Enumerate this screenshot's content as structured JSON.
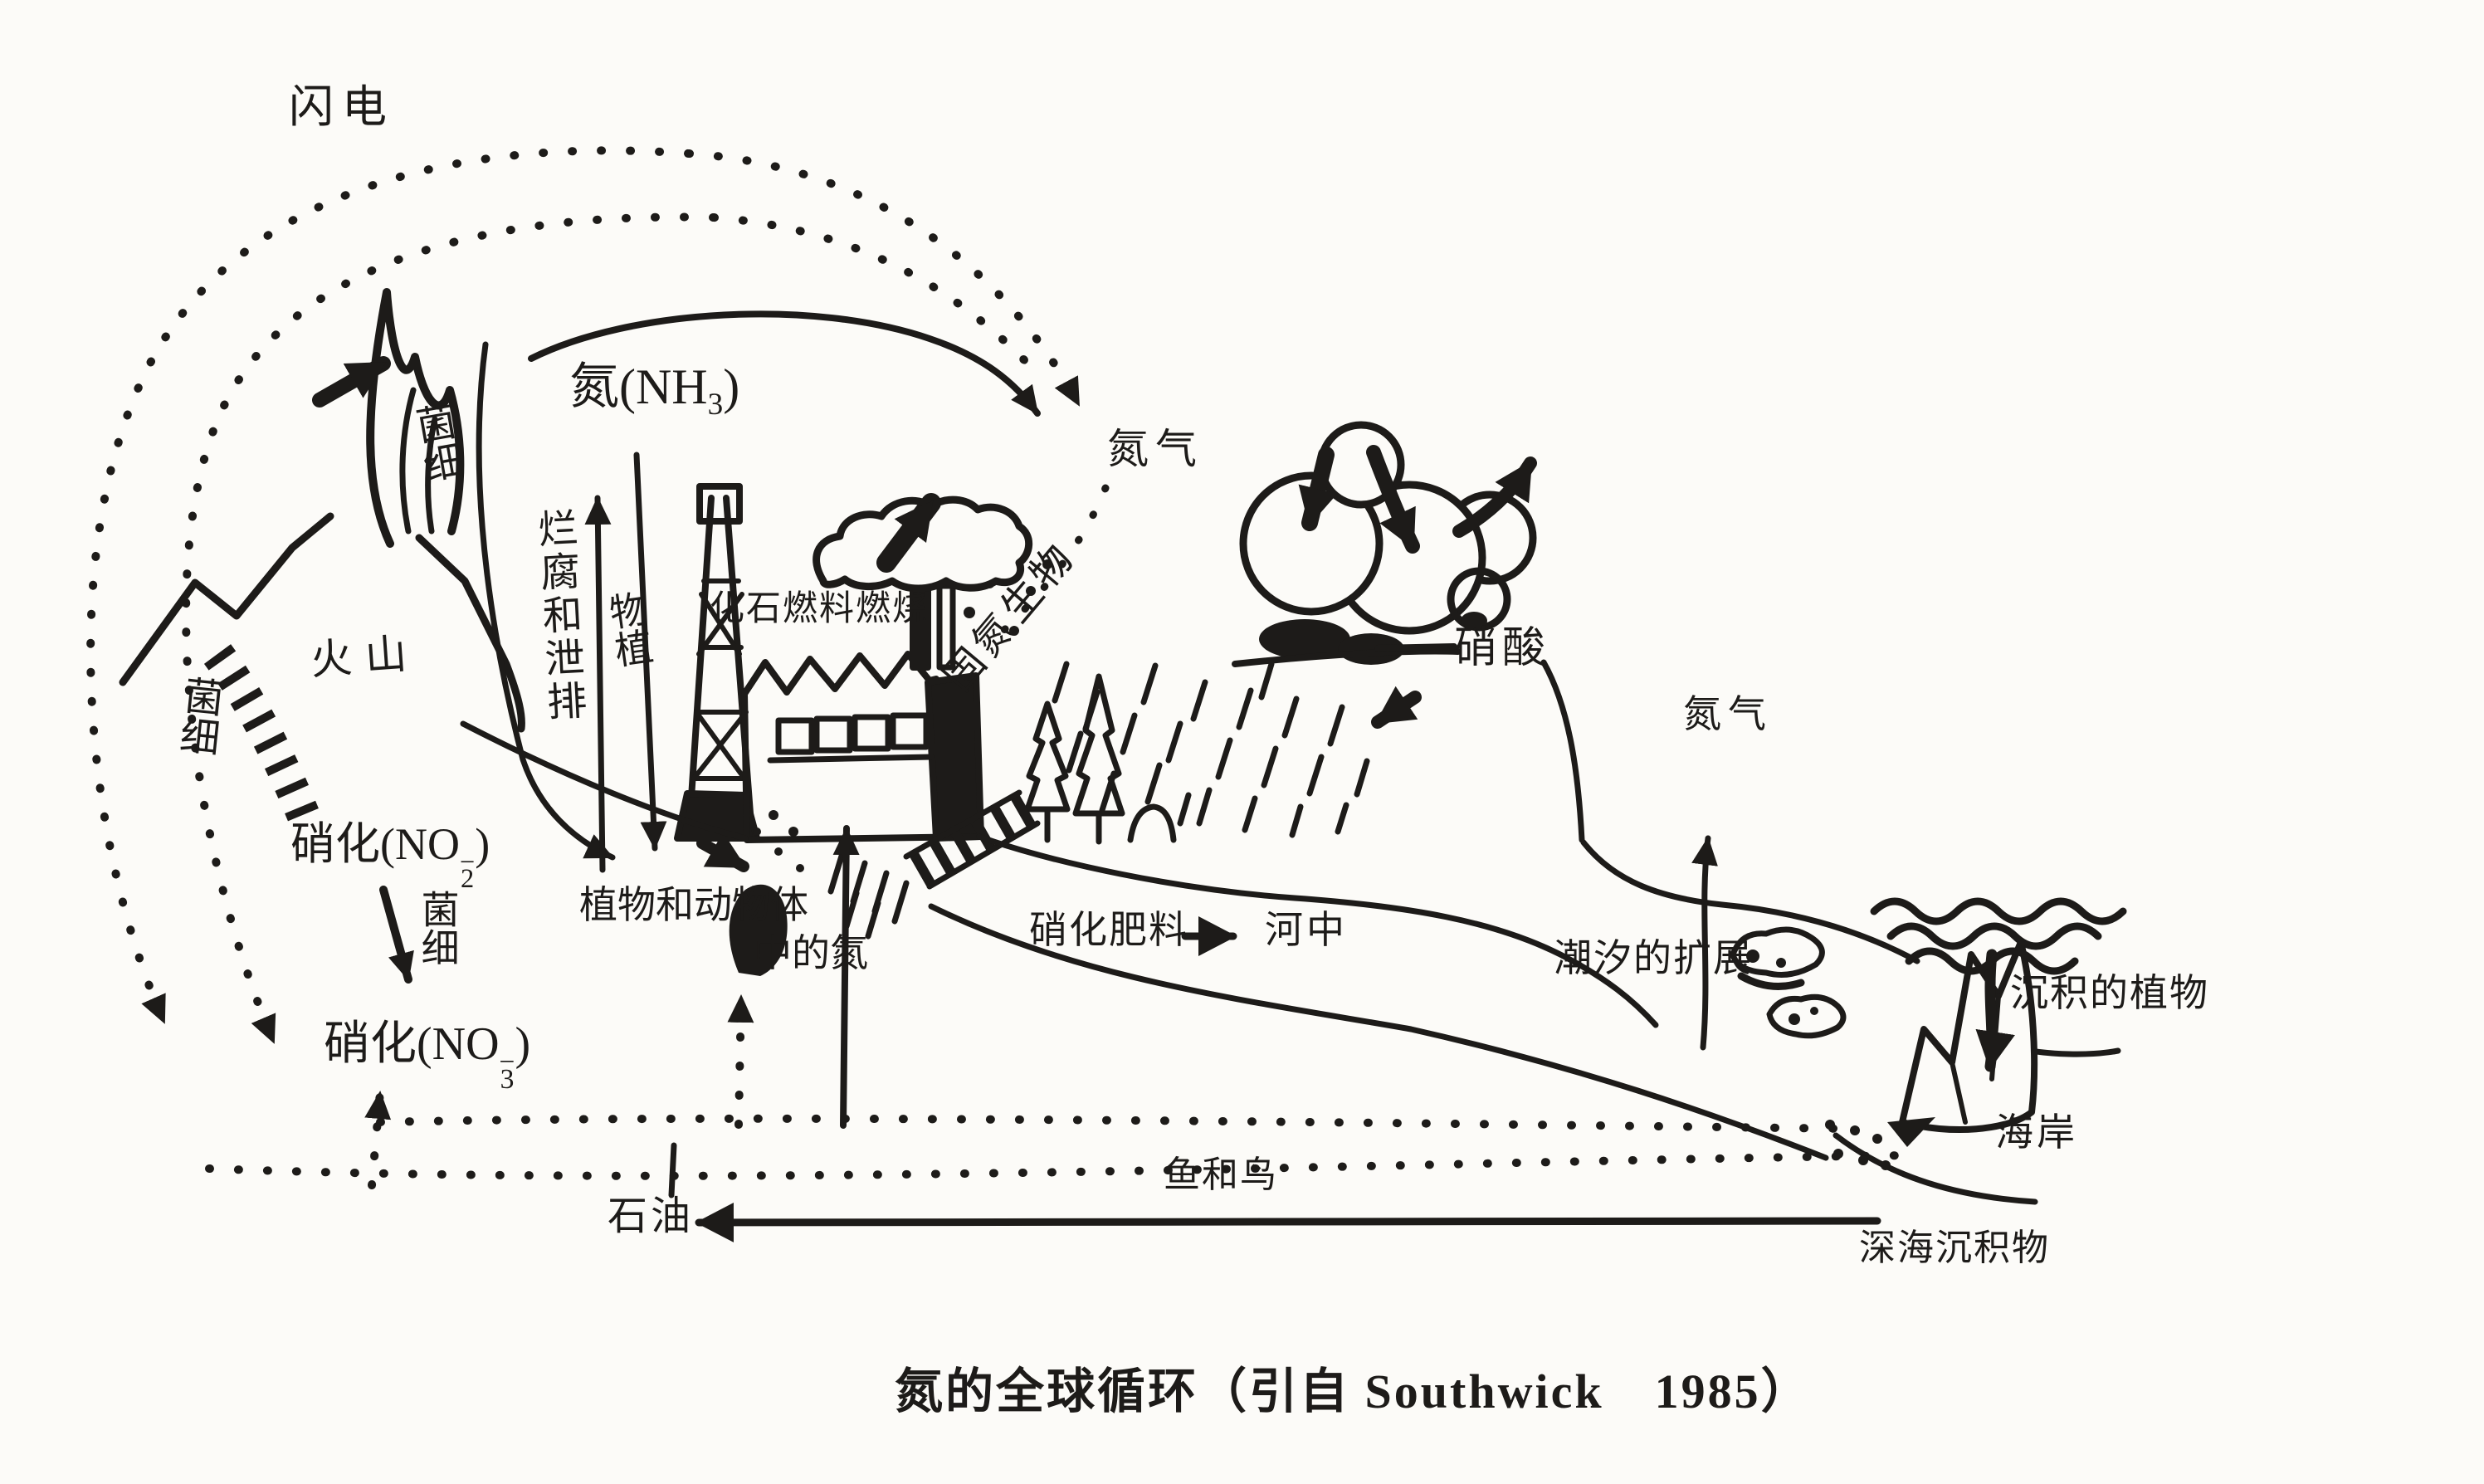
{
  "figure": {
    "background_color": "#fcfbf8",
    "ink_color": "#1d1b19",
    "caption": "氮的全球循环（引自 Southwick　1985）"
  },
  "labels": {
    "lightning": "闪电",
    "volcano": "火山",
    "bacteria_volcano": "细菌",
    "bacteria_left": "细菌",
    "bacteria_mid": "细菌",
    "excretion_decay": "排泄和腐烂",
    "plants_vertical": "植物",
    "ammonia": {
      "pre": "氮(NH",
      "sub": "3",
      "post": ")"
    },
    "fossil_fuel_burning": "化石燃料燃烧",
    "nitrogen_fixing_organisms": "固氮生物",
    "nitrogen_gas_top": "氮气",
    "nitric_acid": "硝酸",
    "nitrification_no2": {
      "pre": "硝化(NO",
      "sup": "−",
      "sub": "2",
      "post": ")"
    },
    "nitrification_no3": {
      "pre": "硝化(NO",
      "sup": "−",
      "sub": "3",
      "post": ")"
    },
    "plant_animal_nitrogen_line1": "植物和动物体",
    "plant_animal_nitrogen_line2": "中的氮",
    "nitrate_fertilizer": "硝化肥料",
    "in_river": "河中",
    "tidal_expansion": "潮汐的扩展",
    "nitrogen_gas_right": "氮气",
    "deposited_plants": "沉积的植物",
    "coast": "海岸",
    "fish_and_birds": "鱼和鸟",
    "petroleum": "石油",
    "deep_sea_sediments": "深海沉积物"
  }
}
